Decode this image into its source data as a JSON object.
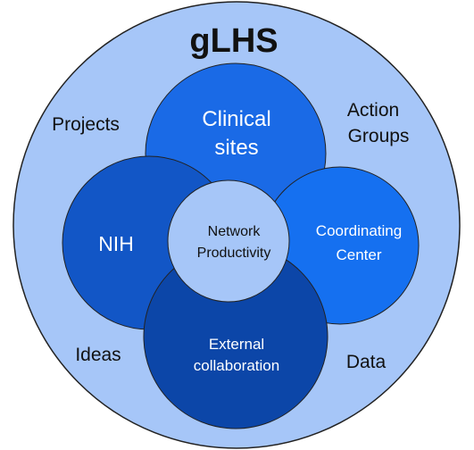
{
  "title": "gLHS",
  "outer_labels": {
    "projects": "Projects",
    "action_groups_line1": "Action",
    "action_groups_line2": "Groups",
    "ideas": "Ideas",
    "data": "Data"
  },
  "circles": {
    "clinical_sites_line1": "Clinical",
    "clinical_sites_line2": "sites",
    "nih": "NIH",
    "coordinating_line1": "Coordinating",
    "coordinating_line2": "Center",
    "external_line1": "External",
    "external_line2": "collaboration"
  },
  "center": {
    "line1": "Network",
    "line2": "Productivity"
  },
  "colors": {
    "outer": "#a6c6f8",
    "clinical": "#1a6ae6",
    "nih": "#1256c6",
    "coordinating": "#1570f0",
    "external": "#0c46a8",
    "center": "#a6c6f8",
    "outline": "#222222"
  }
}
